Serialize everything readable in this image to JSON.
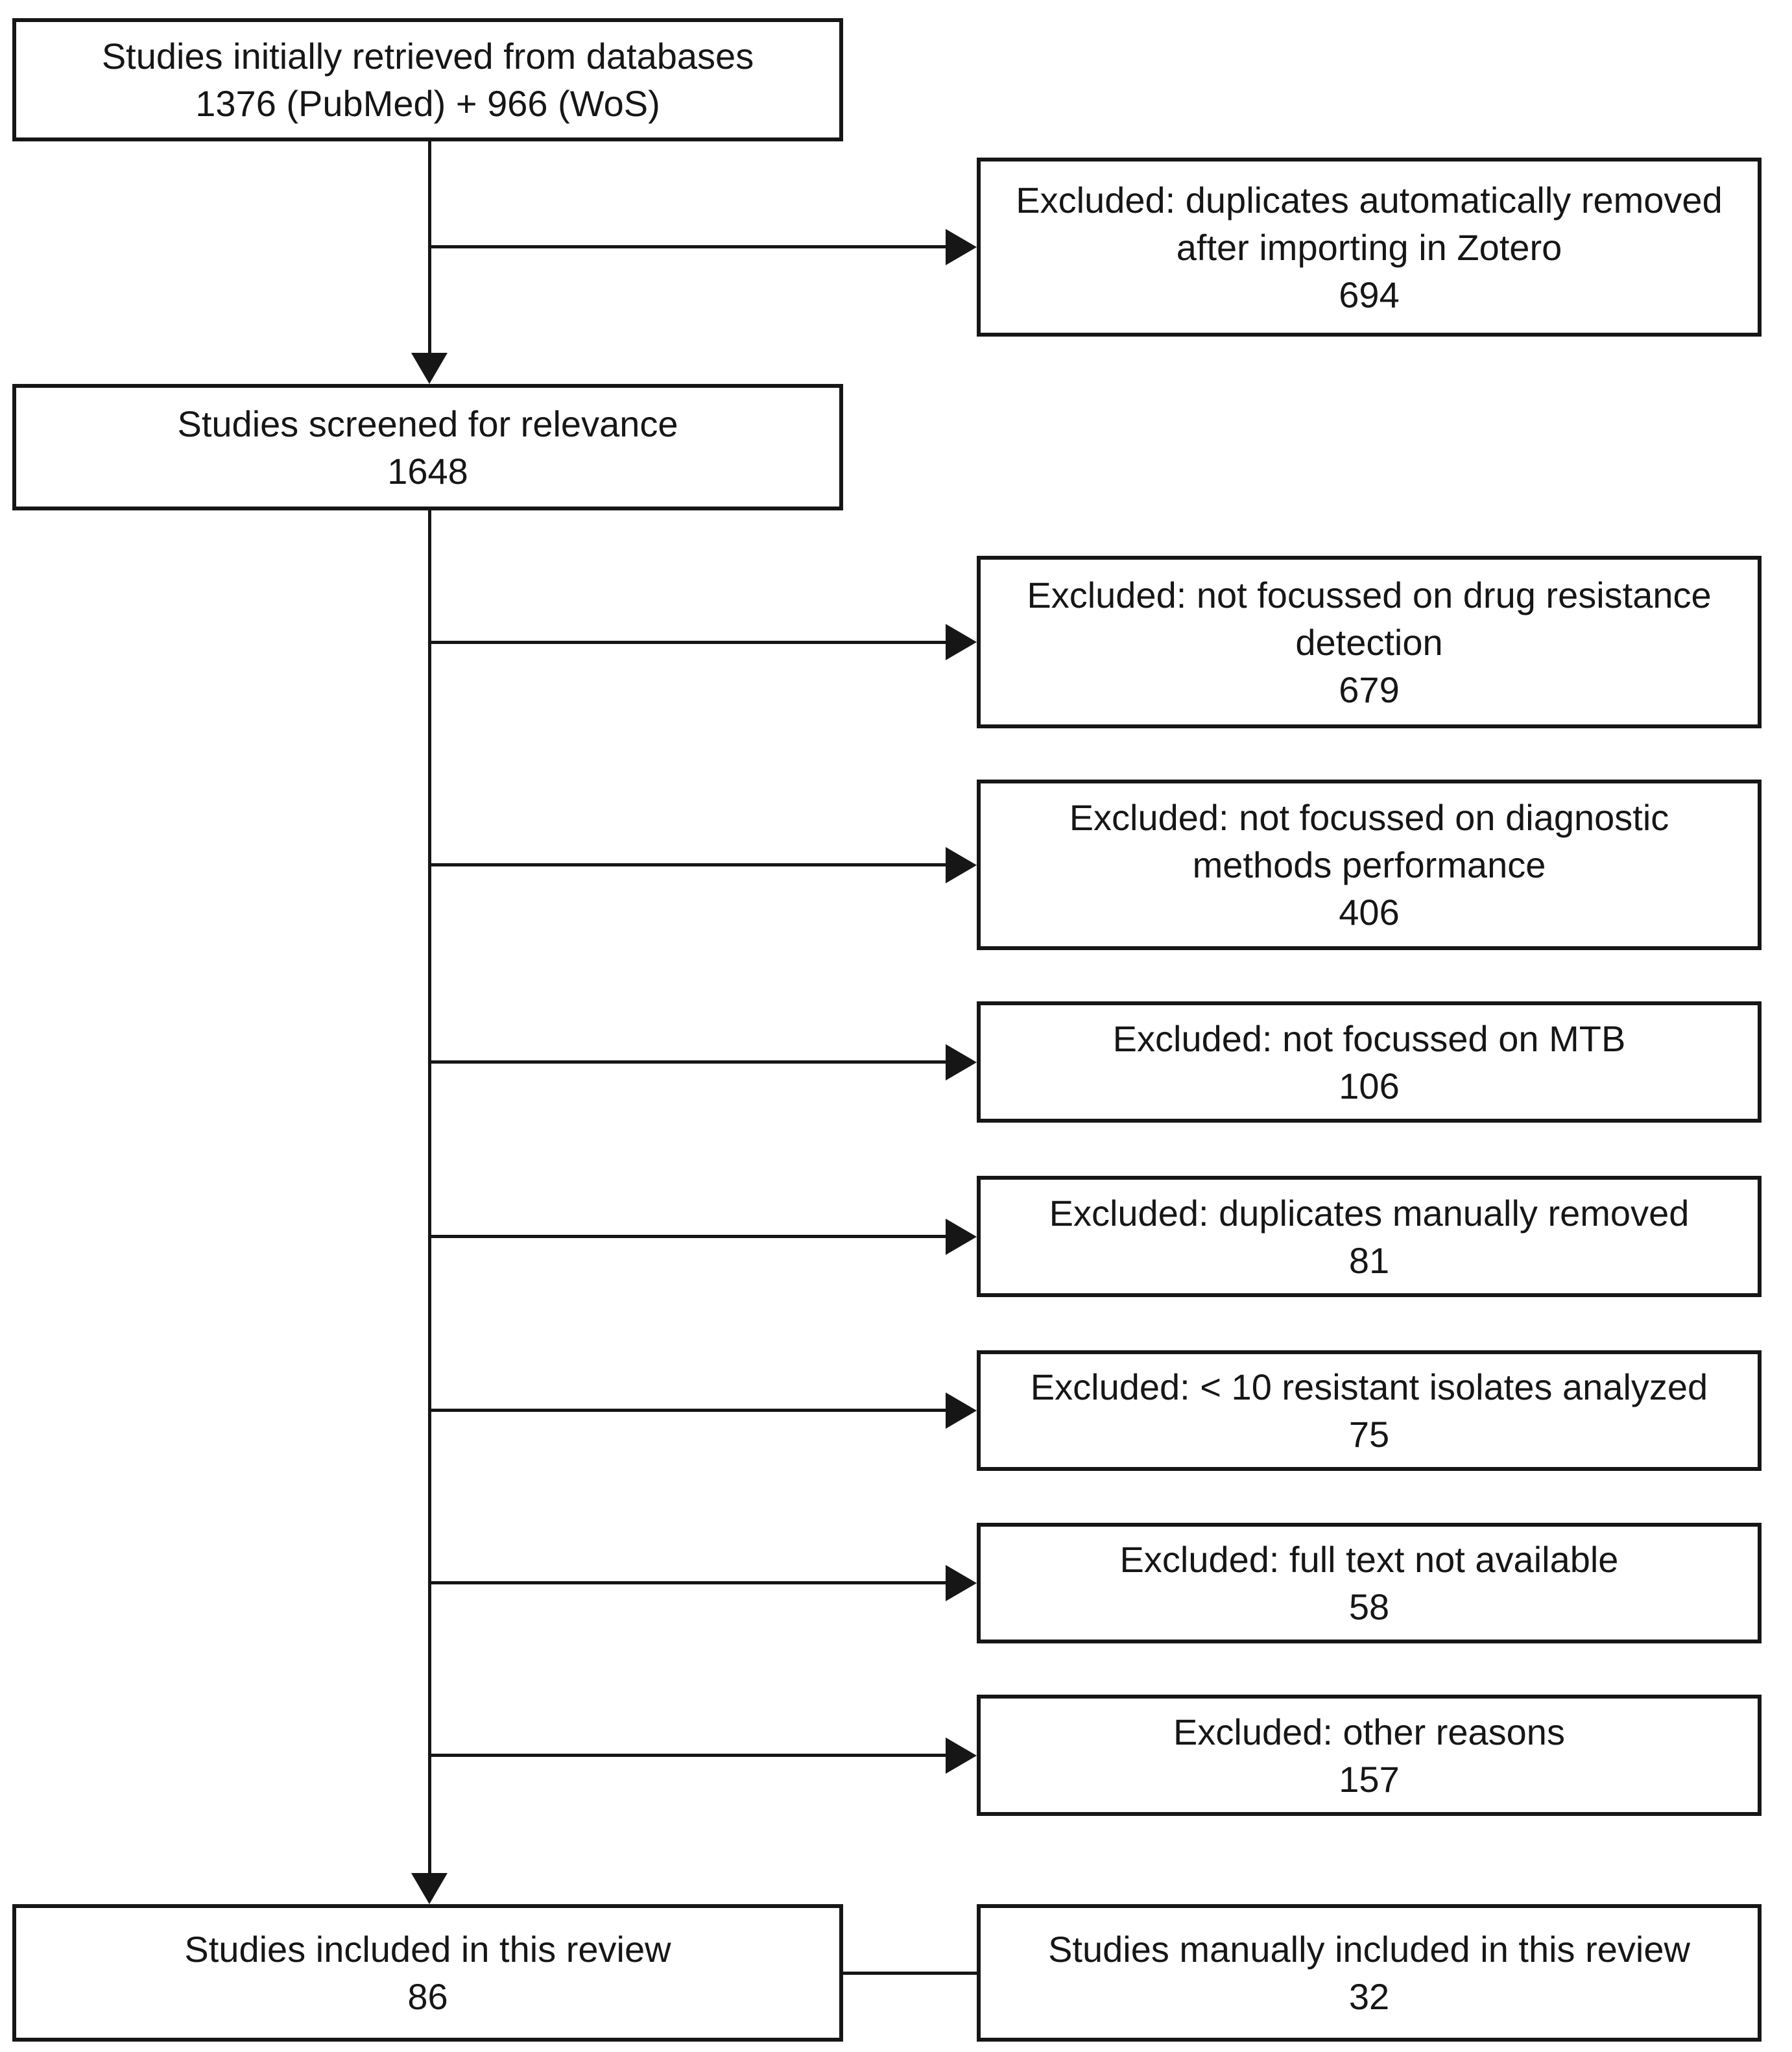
{
  "diagram": {
    "kind": "study-selection-flowchart",
    "colors": {
      "ink": "#161616",
      "background": "#ffffff"
    }
  },
  "boxes": {
    "retrieved": {
      "lines": [
        "Studies initially retrieved from databases",
        "1376 (PubMed) + 966 (WoS)"
      ]
    },
    "excluded_zotero": {
      "lines": [
        "Excluded: duplicates automatically removed",
        "after importing in Zotero",
        "694"
      ]
    },
    "screened": {
      "lines": [
        "Studies screened for relevance",
        "1648"
      ]
    },
    "excluded_drug_resistance": {
      "lines": [
        "Excluded: not focussed on drug resistance",
        "detection",
        "679"
      ]
    },
    "excluded_diagnostic": {
      "lines": [
        "Excluded: not focussed on diagnostic",
        "methods performance",
        "406"
      ]
    },
    "excluded_mtb": {
      "lines": [
        "Excluded: not focussed on MTB",
        "106"
      ]
    },
    "excluded_duplicates_manual": {
      "lines": [
        "Excluded: duplicates manually removed",
        "81"
      ]
    },
    "excluded_isolates": {
      "lines": [
        "Excluded: < 10 resistant isolates analyzed",
        "75"
      ]
    },
    "excluded_fulltext": {
      "lines": [
        "Excluded: full text not available",
        "58"
      ]
    },
    "excluded_other": {
      "lines": [
        "Excluded: other reasons",
        "157"
      ]
    },
    "included": {
      "lines": [
        "Studies included in this review",
        "86"
      ]
    },
    "included_manual": {
      "lines": [
        "Studies manually included in this review",
        "32"
      ]
    }
  }
}
